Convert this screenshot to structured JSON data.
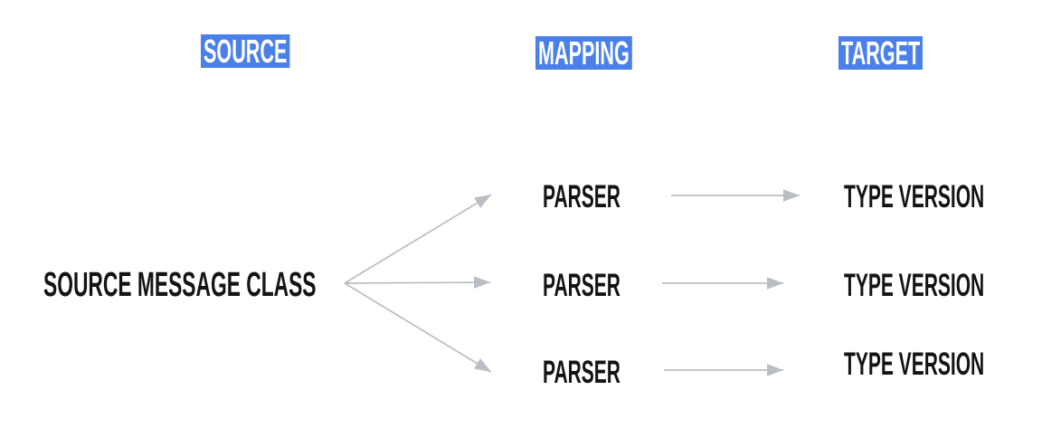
{
  "colors": {
    "header_bg": "#4a80e8",
    "header_text": "#ffffff",
    "label_text": "#141414",
    "arrow": "#b9bdc4",
    "background": "#ffffff"
  },
  "headers": {
    "source": "SOURCE",
    "mapping": "MAPPING",
    "target": "TARGET"
  },
  "diagram": {
    "source_node": "SOURCE MESSAGE CLASS",
    "rows": [
      {
        "parser": "PARSER",
        "target": "TYPE VERSION"
      },
      {
        "parser": "PARSER",
        "target": "TYPE VERSION"
      },
      {
        "parser": "PARSER",
        "target": "TYPE VERSION"
      }
    ]
  }
}
